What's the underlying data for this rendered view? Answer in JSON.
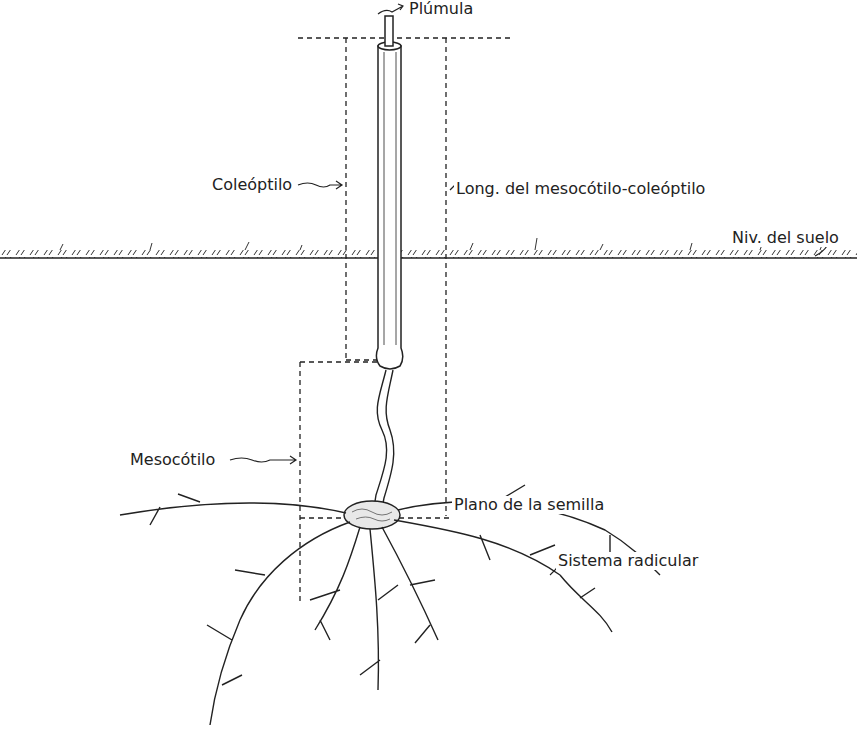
{
  "diagram": {
    "labels": [
      "Plúmula",
      "Coleóptilo",
      "Long. del mesocótilo-coleóptilo",
      "Niv. del suelo",
      "Mesocótilo",
      "Plano de la semilla",
      "Sistema radicular"
    ]
  }
}
